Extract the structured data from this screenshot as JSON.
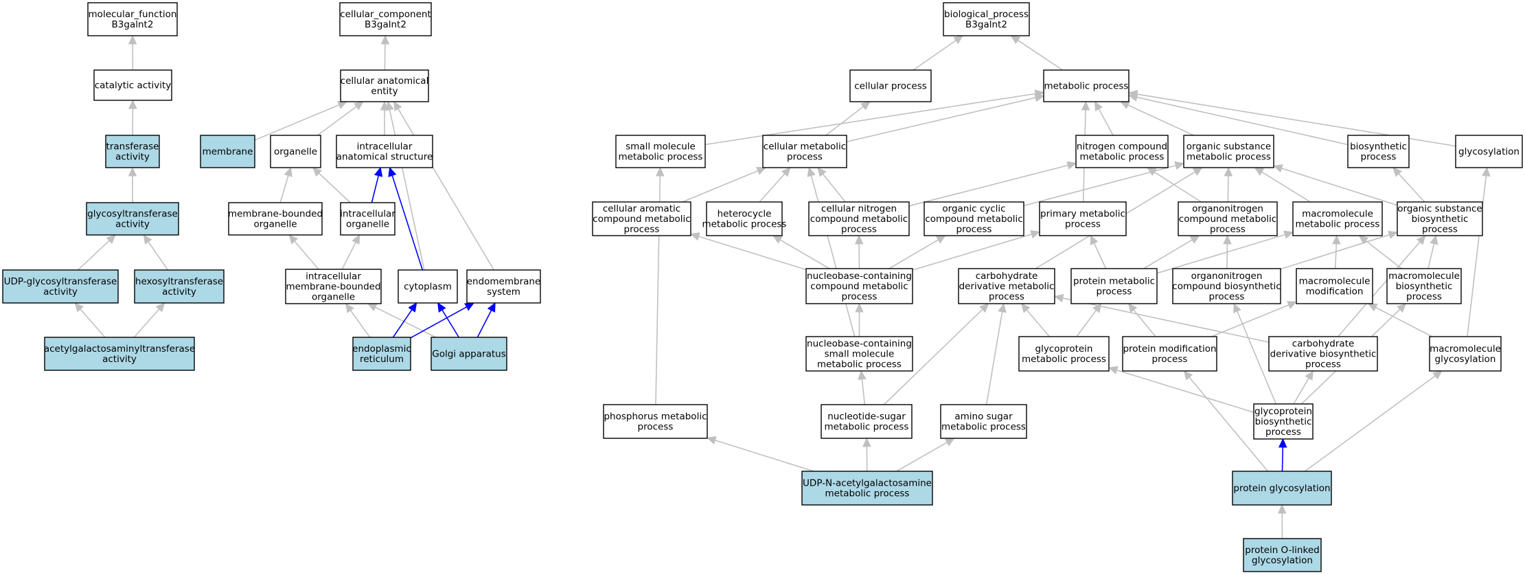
{
  "colors": {
    "highlight": "#add8e6",
    "plain": "#ffffff",
    "edge_gray": "#c0c0c0",
    "edge_blue": "#0000ff"
  },
  "nodes": {
    "mf": {
      "lines": [
        "molecular_function",
        "B3galnt2"
      ],
      "hl": false
    },
    "ca": {
      "lines": [
        "catalytic activity"
      ],
      "hl": false
    },
    "ta": {
      "lines": [
        "transferase",
        "activity"
      ],
      "hl": true
    },
    "gta": {
      "lines": [
        "glycosyltransferase",
        "activity"
      ],
      "hl": true
    },
    "udpg": {
      "lines": [
        "UDP-glycosyltransferase",
        "activity"
      ],
      "hl": true
    },
    "hexo": {
      "lines": [
        "hexosyltransferase",
        "activity"
      ],
      "hl": true
    },
    "acet": {
      "lines": [
        "acetylgalactosaminyltransferase",
        "activity"
      ],
      "hl": true
    },
    "cc": {
      "lines": [
        "cellular_component",
        "B3galnt2"
      ],
      "hl": false
    },
    "cae": {
      "lines": [
        "cellular anatomical",
        "entity"
      ],
      "hl": false
    },
    "mem": {
      "lines": [
        "membrane"
      ],
      "hl": true
    },
    "org": {
      "lines": [
        "organelle"
      ],
      "hl": false
    },
    "ias": {
      "lines": [
        "intracellular",
        "anatomical structure"
      ],
      "hl": false
    },
    "mbo": {
      "lines": [
        "membrane-bounded",
        "organelle"
      ],
      "hl": false
    },
    "io": {
      "lines": [
        "intracellular",
        "organelle"
      ],
      "hl": false
    },
    "imbo": {
      "lines": [
        "intracellular",
        "membrane-bounded",
        "organelle"
      ],
      "hl": false
    },
    "cyto": {
      "lines": [
        "cytoplasm"
      ],
      "hl": false
    },
    "endo": {
      "lines": [
        "endomembrane",
        "system"
      ],
      "hl": false
    },
    "er": {
      "lines": [
        "endoplasmic",
        "reticulum"
      ],
      "hl": true
    },
    "golgi": {
      "lines": [
        "Golgi apparatus"
      ],
      "hl": true
    },
    "bp": {
      "lines": [
        "biological_process",
        "B3galnt2"
      ],
      "hl": false
    },
    "cp": {
      "lines": [
        "cellular process"
      ],
      "hl": false
    },
    "mp": {
      "lines": [
        "metabolic process"
      ],
      "hl": false
    },
    "smmp": {
      "lines": [
        "small molecule",
        "metabolic process"
      ],
      "hl": false
    },
    "cmp": {
      "lines": [
        "cellular metabolic",
        "process"
      ],
      "hl": false
    },
    "ncmp": {
      "lines": [
        "nitrogen compound",
        "metabolic process"
      ],
      "hl": false
    },
    "osmp": {
      "lines": [
        "organic substance",
        "metabolic process"
      ],
      "hl": false
    },
    "bsp": {
      "lines": [
        "biosynthetic",
        "process"
      ],
      "hl": false
    },
    "glyc": {
      "lines": [
        "glycosylation"
      ],
      "hl": false
    },
    "cacmp": {
      "lines": [
        "cellular aromatic",
        "compound metabolic",
        "process"
      ],
      "hl": false
    },
    "hmp": {
      "lines": [
        "heterocycle",
        "metabolic process"
      ],
      "hl": false
    },
    "cncmp": {
      "lines": [
        "cellular nitrogen",
        "compound metabolic",
        "process"
      ],
      "hl": false
    },
    "occmp": {
      "lines": [
        "organic cyclic",
        "compound metabolic",
        "process"
      ],
      "hl": false
    },
    "pmp": {
      "lines": [
        "primary metabolic",
        "process"
      ],
      "hl": false
    },
    "oncmp": {
      "lines": [
        "organonitrogen",
        "compound metabolic",
        "process"
      ],
      "hl": false
    },
    "macmp": {
      "lines": [
        "macromolecule",
        "metabolic process"
      ],
      "hl": false
    },
    "osbp": {
      "lines": [
        "organic substance",
        "biosynthetic",
        "process"
      ],
      "hl": false
    },
    "nbccmp": {
      "lines": [
        "nucleobase-containing",
        "compound metabolic",
        "process"
      ],
      "hl": false
    },
    "cdmp": {
      "lines": [
        "carbohydrate",
        "derivative metabolic",
        "process"
      ],
      "hl": false
    },
    "protmp": {
      "lines": [
        "protein metabolic",
        "process"
      ],
      "hl": false
    },
    "oncbp": {
      "lines": [
        "organonitrogen",
        "compound biosynthetic",
        "process"
      ],
      "hl": false
    },
    "mmod": {
      "lines": [
        "macromolecule",
        "modification"
      ],
      "hl": false
    },
    "mbp": {
      "lines": [
        "macromolecule",
        "biosynthetic",
        "process"
      ],
      "hl": false
    },
    "nbcsm": {
      "lines": [
        "nucleobase-containing",
        "small molecule",
        "metabolic process"
      ],
      "hl": false
    },
    "gpmp": {
      "lines": [
        "glycoprotein",
        "metabolic process"
      ],
      "hl": false
    },
    "pmod": {
      "lines": [
        "protein modification",
        "process"
      ],
      "hl": false
    },
    "cdbp": {
      "lines": [
        "carbohydrate",
        "derivative biosynthetic",
        "process"
      ],
      "hl": false
    },
    "mglyc": {
      "lines": [
        "macromolecule",
        "glycosylation"
      ],
      "hl": false
    },
    "phmp": {
      "lines": [
        "phosphorus metabolic",
        "process"
      ],
      "hl": false
    },
    "nsmp": {
      "lines": [
        "nucleotide-sugar",
        "metabolic process"
      ],
      "hl": false
    },
    "asmp": {
      "lines": [
        "amino sugar",
        "metabolic process"
      ],
      "hl": false
    },
    "gpbp": {
      "lines": [
        "glycoprotein",
        "biosynthetic",
        "process"
      ],
      "hl": false
    },
    "udpn": {
      "lines": [
        "UDP-N-acetylgalactosamine",
        "metabolic process"
      ],
      "hl": true
    },
    "pglyc": {
      "lines": [
        "protein glycosylation"
      ],
      "hl": true
    },
    "pol": {
      "lines": [
        "protein O-linked",
        "glycosylation"
      ],
      "hl": true
    }
  },
  "edges": [
    {
      "from": "ca",
      "to": "mf",
      "color": "gray"
    },
    {
      "from": "ta",
      "to": "ca",
      "color": "gray"
    },
    {
      "from": "gta",
      "to": "ta",
      "color": "gray"
    },
    {
      "from": "udpg",
      "to": "gta",
      "color": "gray"
    },
    {
      "from": "hexo",
      "to": "gta",
      "color": "gray"
    },
    {
      "from": "acet",
      "to": "udpg",
      "color": "gray"
    },
    {
      "from": "acet",
      "to": "hexo",
      "color": "gray"
    },
    {
      "from": "cae",
      "to": "cc",
      "color": "gray"
    },
    {
      "from": "mem",
      "to": "cae",
      "color": "gray"
    },
    {
      "from": "org",
      "to": "cae",
      "color": "gray"
    },
    {
      "from": "ias",
      "to": "cae",
      "color": "gray"
    },
    {
      "from": "cyto",
      "to": "cae",
      "color": "gray"
    },
    {
      "from": "endo",
      "to": "cae",
      "color": "gray"
    },
    {
      "from": "mbo",
      "to": "org",
      "color": "gray"
    },
    {
      "from": "io",
      "to": "org",
      "color": "gray"
    },
    {
      "from": "io",
      "to": "ias",
      "color": "blue"
    },
    {
      "from": "cyto",
      "to": "ias",
      "color": "blue"
    },
    {
      "from": "imbo",
      "to": "mbo",
      "color": "gray"
    },
    {
      "from": "imbo",
      "to": "io",
      "color": "gray"
    },
    {
      "from": "er",
      "to": "imbo",
      "color": "gray"
    },
    {
      "from": "golgi",
      "to": "imbo",
      "color": "gray"
    },
    {
      "from": "er",
      "to": "cyto",
      "color": "blue"
    },
    {
      "from": "golgi",
      "to": "cyto",
      "color": "blue"
    },
    {
      "from": "er",
      "to": "endo",
      "color": "blue"
    },
    {
      "from": "golgi",
      "to": "endo",
      "color": "blue"
    },
    {
      "from": "cp",
      "to": "bp",
      "color": "gray"
    },
    {
      "from": "mp",
      "to": "bp",
      "color": "gray"
    },
    {
      "from": "cmp",
      "to": "cp",
      "color": "gray"
    },
    {
      "from": "smmp",
      "to": "mp",
      "color": "gray"
    },
    {
      "from": "cmp",
      "to": "mp",
      "color": "gray"
    },
    {
      "from": "ncmp",
      "to": "mp",
      "color": "gray"
    },
    {
      "from": "osmp",
      "to": "mp",
      "color": "gray"
    },
    {
      "from": "bsp",
      "to": "mp",
      "color": "gray"
    },
    {
      "from": "glyc",
      "to": "mp",
      "color": "gray"
    },
    {
      "from": "pmp",
      "to": "mp",
      "color": "gray"
    },
    {
      "from": "cacmp",
      "to": "cmp",
      "color": "gray"
    },
    {
      "from": "hmp",
      "to": "cmp",
      "color": "gray"
    },
    {
      "from": "cncmp",
      "to": "cmp",
      "color": "gray"
    },
    {
      "from": "nbcsm",
      "to": "cmp",
      "color": "gray"
    },
    {
      "from": "cncmp",
      "to": "ncmp",
      "color": "gray"
    },
    {
      "from": "oncmp",
      "to": "ncmp",
      "color": "gray"
    },
    {
      "from": "occmp",
      "to": "osmp",
      "color": "gray"
    },
    {
      "from": "oncmp",
      "to": "osmp",
      "color": "gray"
    },
    {
      "from": "macmp",
      "to": "osmp",
      "color": "gray"
    },
    {
      "from": "osbp",
      "to": "osmp",
      "color": "gray"
    },
    {
      "from": "cdmp",
      "to": "osmp",
      "color": "gray"
    },
    {
      "from": "osbp",
      "to": "bsp",
      "color": "gray"
    },
    {
      "from": "mglyc",
      "to": "glyc",
      "color": "gray"
    },
    {
      "from": "nbccmp",
      "to": "cacmp",
      "color": "gray"
    },
    {
      "from": "nbccmp",
      "to": "hmp",
      "color": "gray"
    },
    {
      "from": "nbccmp",
      "to": "cncmp",
      "color": "gray"
    },
    {
      "from": "nbccmp",
      "to": "occmp",
      "color": "gray"
    },
    {
      "from": "nbccmp",
      "to": "pmp",
      "color": "gray"
    },
    {
      "from": "protmp",
      "to": "pmp",
      "color": "gray"
    },
    {
      "from": "protmp",
      "to": "oncmp",
      "color": "gray"
    },
    {
      "from": "oncbp",
      "to": "oncmp",
      "color": "gray"
    },
    {
      "from": "protmp",
      "to": "macmp",
      "color": "gray"
    },
    {
      "from": "mmod",
      "to": "macmp",
      "color": "gray"
    },
    {
      "from": "mbp",
      "to": "macmp",
      "color": "gray"
    },
    {
      "from": "oncbp",
      "to": "osbp",
      "color": "gray"
    },
    {
      "from": "mbp",
      "to": "osbp",
      "color": "gray"
    },
    {
      "from": "cdbp",
      "to": "osbp",
      "color": "gray"
    },
    {
      "from": "nbcsm",
      "to": "nbccmp",
      "color": "gray"
    },
    {
      "from": "nsmp",
      "to": "cdmp",
      "color": "gray"
    },
    {
      "from": "gpmp",
      "to": "cdmp",
      "color": "gray"
    },
    {
      "from": "asmp",
      "to": "cdmp",
      "color": "gray"
    },
    {
      "from": "cdbp",
      "to": "cdmp",
      "color": "gray"
    },
    {
      "from": "gpmp",
      "to": "protmp",
      "color": "gray"
    },
    {
      "from": "pmod",
      "to": "protmp",
      "color": "gray"
    },
    {
      "from": "pmod",
      "to": "mmod",
      "color": "gray"
    },
    {
      "from": "mglyc",
      "to": "mmod",
      "color": "gray"
    },
    {
      "from": "gpbp",
      "to": "oncbp",
      "color": "gray"
    },
    {
      "from": "gpbp",
      "to": "mbp",
      "color": "gray"
    },
    {
      "from": "gpbp",
      "to": "gpmp",
      "color": "gray"
    },
    {
      "from": "gpbp",
      "to": "cdbp",
      "color": "gray"
    },
    {
      "from": "nsmp",
      "to": "nbcsm",
      "color": "gray"
    },
    {
      "from": "phmp",
      "to": "smmp",
      "color": "gray"
    },
    {
      "from": "udpn",
      "to": "phmp",
      "color": "gray"
    },
    {
      "from": "udpn",
      "to": "nsmp",
      "color": "gray"
    },
    {
      "from": "udpn",
      "to": "asmp",
      "color": "gray"
    },
    {
      "from": "pglyc",
      "to": "gpbp",
      "color": "blue"
    },
    {
      "from": "pglyc",
      "to": "pmod",
      "color": "gray"
    },
    {
      "from": "pglyc",
      "to": "mglyc",
      "color": "gray"
    },
    {
      "from": "pol",
      "to": "pglyc",
      "color": "gray"
    }
  ]
}
